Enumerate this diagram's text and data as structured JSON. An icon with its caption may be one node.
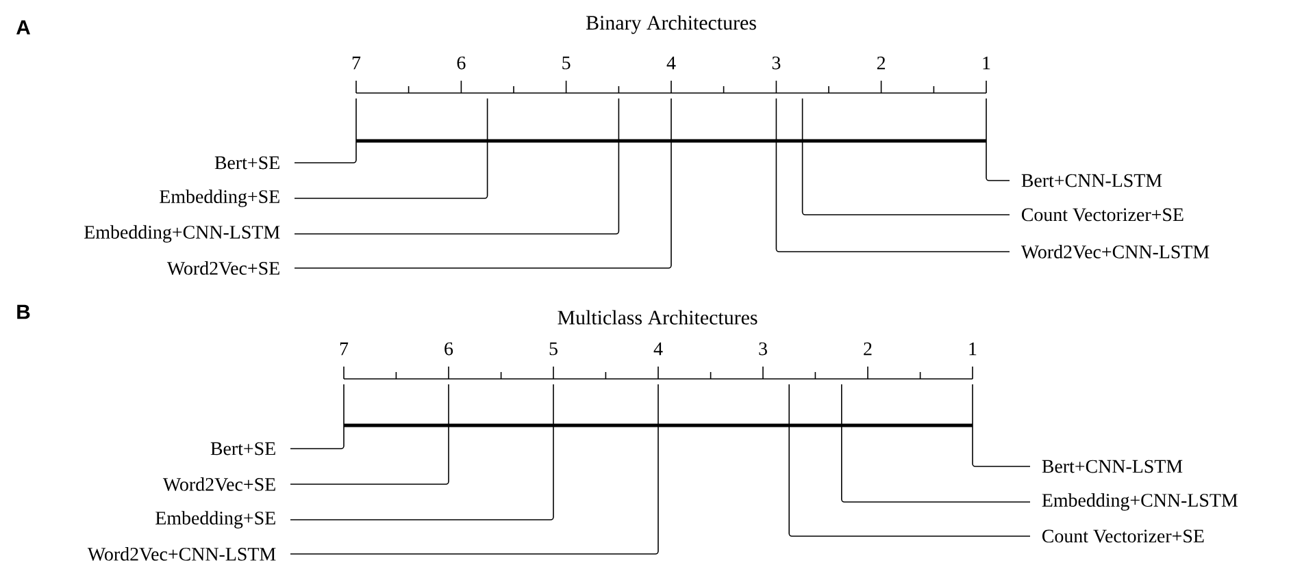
{
  "diagram": {
    "nodes": [
      {
        "text": [
          "Bert+SE"
        ]
      },
      {
        "text": [
          "Bert+CNN-LSTM"
        ]
      },
      {
        "text": [
          "Embedding+SE"
        ]
      },
      {
        "text": [
          "Count Vectorizer+SE"
        ]
      },
      {
        "text": [
          "Embedding+CNN-LSTM"
        ]
      },
      {
        "text": [
          "Word2Vec+CNN-LSTM"
        ]
      },
      {
        "text": [
          "Word2Vec+SE"
        ]
      },
      {
        "text": [
          "Bert+SE"
        ]
      },
      {
        "text": [
          "Bert+CNN-LSTM"
        ]
      },
      {
        "text": [
          "Word2Vec+SE"
        ]
      },
      {
        "text": [
          "Embedding+CNN-LSTM"
        ]
      },
      {
        "text": [
          "Embedding+SE"
        ]
      },
      {
        "text": [
          "Count Vectorizer+SE"
        ]
      },
      {
        "text": [
          "Word2Vec+CNN-LSTM"
        ]
      }
    ],
    "edges": [
      {
        "from": 0,
        "to": null,
        "arrow": "none"
      },
      {
        "from": 1,
        "to": null,
        "arrow": "none"
      },
      {
        "from": 2,
        "to": null,
        "arrow": "none"
      },
      {
        "from": 3,
        "to": null,
        "arrow": "none"
      },
      {
        "from": 4,
        "to": null,
        "arrow": "none"
      },
      {
        "from": 5,
        "to": null,
        "arrow": "none"
      },
      {
        "from": 6,
        "to": null,
        "arrow": "none"
      },
      {
        "from": 7,
        "to": null,
        "arrow": "none"
      },
      {
        "from": 8,
        "to": null,
        "arrow": "none"
      },
      {
        "from": 9,
        "to": null,
        "arrow": "none"
      },
      {
        "from": 10,
        "to": null,
        "arrow": "none"
      },
      {
        "from": 11,
        "to": null,
        "arrow": "none"
      },
      {
        "from": 12,
        "to": null,
        "arrow": "none"
      },
      {
        "from": 13,
        "to": null,
        "arrow": "none"
      }
    ],
    "labels": [
      "A",
      "Binary Architectures",
      "7",
      "6",
      "5",
      "4",
      "3",
      "2",
      "1",
      "B",
      "Multiclass Architectures",
      "7",
      "6",
      "5",
      "4",
      "3",
      "2",
      "1"
    ]
  }
}
